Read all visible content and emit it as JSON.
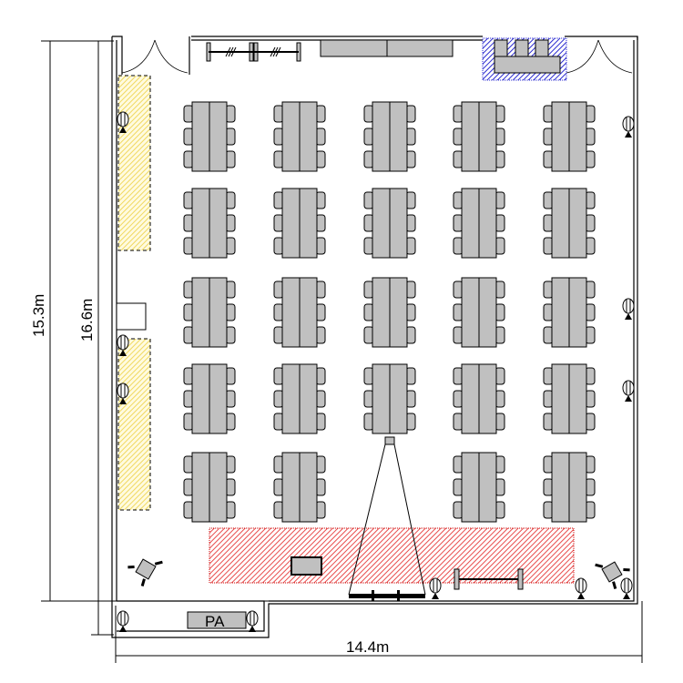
{
  "dimensions": {
    "height_inner": "15.3m",
    "height_outer": "16.6m",
    "width": "14.4m"
  },
  "pa_label": "PA",
  "colors": {
    "yellow_zone": "#f4e27a",
    "red_zone": "#e84c4c",
    "blue_zone": "#2b2bd0",
    "furniture": "#c0c0c0"
  }
}
